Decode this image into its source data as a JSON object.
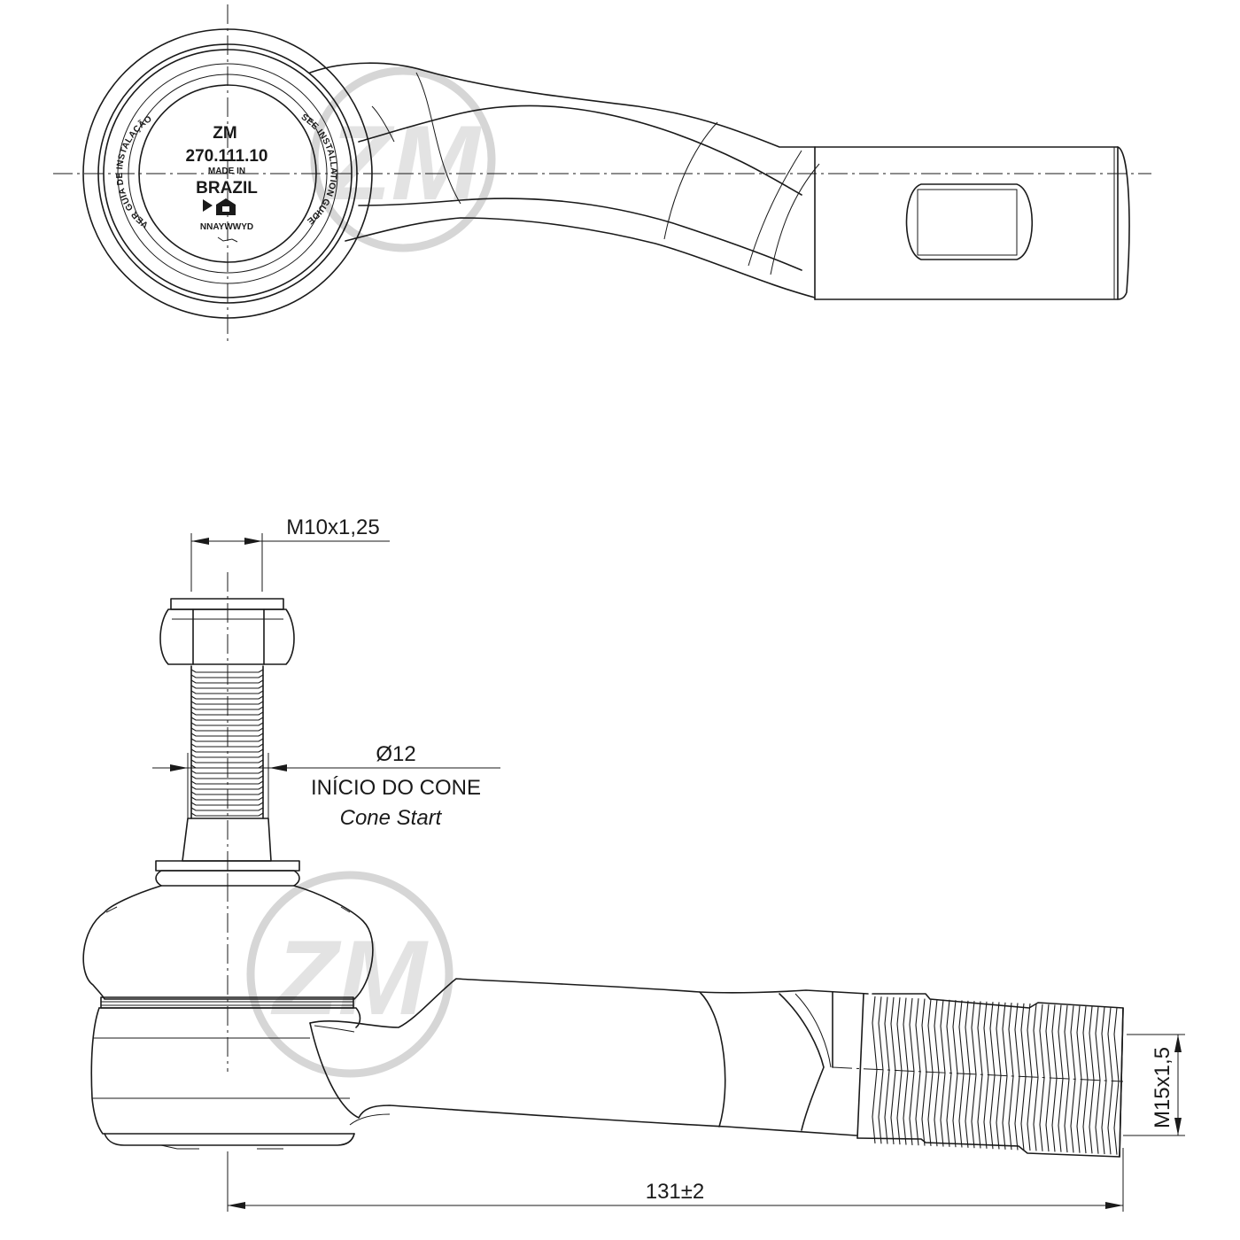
{
  "top_view": {
    "marking": {
      "brand": "ZM",
      "part_number": "270.111.10",
      "made_in": "MADE IN",
      "country": "BRAZIL",
      "date_code": "NNAYWWYD",
      "ring_left": "VER GUIA DE INSTALAÇÃO",
      "ring_right": "SEE INSTALLATION GUIDE"
    }
  },
  "dimensions": {
    "stud_thread": "M10x1,25",
    "cone_diameter": "Ø12",
    "cone_label_pt": "INÍCIO DO CONE",
    "cone_label_en": "Cone Start",
    "tube_thread": "M15x1,5",
    "overall_length": "131±2"
  },
  "watermark": {
    "text": "ZM"
  }
}
